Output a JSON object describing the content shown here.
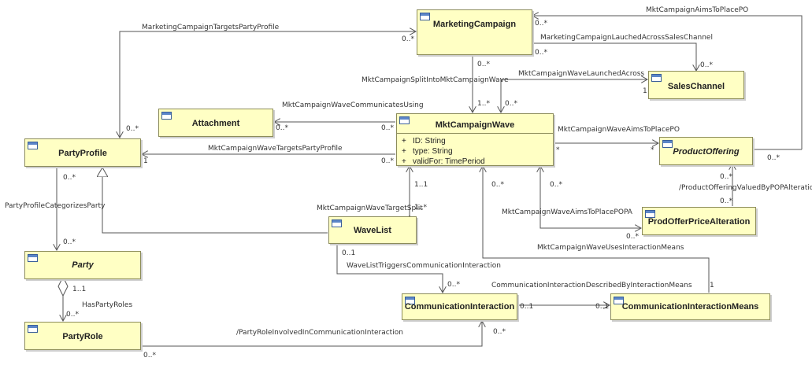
{
  "classes": {
    "marketing_campaign": "MarketingCampaign",
    "sales_channel": "SalesChannel",
    "attachment": "Attachment",
    "mkt_campaign_wave": "MktCampaignWave",
    "product_offering": "ProductOffering",
    "party_profile": "PartyProfile",
    "wave_list": "WaveList",
    "prod_offer_price_alteration": "ProdOfferPriceAlteration",
    "party": "Party",
    "communication_interaction": "CommunicationInteraction",
    "communication_interaction_means": "CommunicationInteractionMeans",
    "party_role": "PartyRole"
  },
  "attributes": {
    "mkt_campaign_wave": [
      {
        "vis": "+",
        "text": "ID: String"
      },
      {
        "vis": "+",
        "text": "type: String"
      },
      {
        "vis": "+",
        "text": "validFor: TimePeriod"
      }
    ]
  },
  "associations": {
    "mkt_campaign_aims_to_place_po": "MktCampaignAimsToPlacePO",
    "marketing_campaign_targets_party_profile": "MarketingCampaignTargetsPartyProfile",
    "marketing_campaign_lauched_across_sales_channel": "MarketingCampaignLauchedAcrossSalesChannel",
    "mkt_campaign_split_into_mkt_campaign_wave": "MktCampaignSplitIntoMktCampaignWave",
    "mkt_campaign_wave_launched_across": "MktCampaignWaveLaunchedAcross",
    "mkt_campaign_wave_communicates_using": "MktCampaignWaveCommunicatesUsing",
    "mkt_campaign_wave_aims_to_place_po": "MktCampaignWaveAimsToPlacePO",
    "mkt_campaign_wave_targets_party_profile": "MktCampaignWaveTargetsPartyProfile",
    "product_offering_valued_by_popa": "/ProductOfferingValuedByPOPAlteration",
    "party_profile_categorizes_party": "PartyProfileCategorizesParty",
    "mkt_campaign_wave_target_split": "MktCampaignWaveTargetSplit",
    "mkt_campaign_wave_aims_to_place_popa": "MktCampaignWaveAimsToPlacePOPA",
    "mkt_campaign_wave_uses_interaction_means": "MktCampaignWaveUsesInteractionMeans",
    "wave_list_triggers_communication_interaction": "WaveListTriggersCommunicationInteraction",
    "has_party_roles": "HasPartyRoles",
    "communication_interaction_described_by_means": "CommunicationInteractionDescribedByInteractionMeans",
    "party_role_involved_in_communication_interaction": "/PartyRoleInvolvedInCommunicationInteraction"
  },
  "multiplicities": {
    "m01": "0..*",
    "m02": "0..*",
    "m03": "0..*",
    "m04": "0..*",
    "m05": "0..*",
    "m06": "0..*",
    "m07": "1..*",
    "m08": "0..*",
    "m09": "1",
    "m10": "0..*",
    "m11": "0..*",
    "m12": "*",
    "m13": "*",
    "m14": "0..*",
    "m15": "1",
    "m16": "0..*",
    "m17": "0..*",
    "m18": "0..*",
    "m19": "0..*",
    "m20": "1..1",
    "m21": "1..*",
    "m22": "0..*",
    "m23": "0..*",
    "m24": "0..*",
    "m25": "0..*",
    "m26": "0..1",
    "m27": "0..*",
    "m28": "1..1",
    "m29": "0..*",
    "m30": "0..1",
    "m31": "0..1",
    "m32": "1",
    "m33": "0..*",
    "m34": "0..*"
  }
}
